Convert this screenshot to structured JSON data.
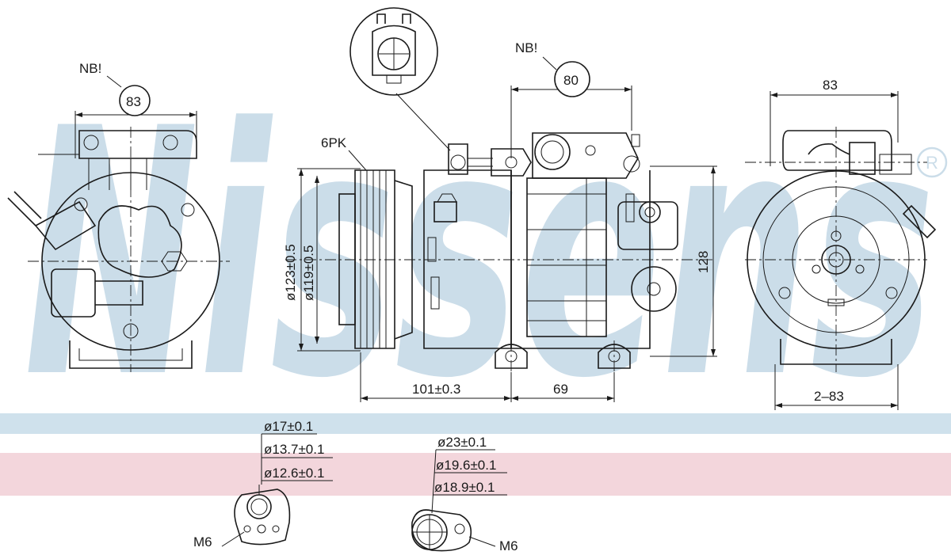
{
  "watermark": {
    "brand": "Nissens",
    "registered": "®",
    "color": "#cbdde9"
  },
  "bands": {
    "blue": "#cfe1ec",
    "pink": "#f3d6dc"
  },
  "notes": {
    "nb_left": "NB!",
    "nb_mid": "NB!"
  },
  "dimensions": {
    "left_width": "83",
    "mid_width": "80",
    "right_width": "83",
    "belt": "6PK",
    "pulley_outer": "ø123±0.5",
    "pulley_inner": "ø119±0.5",
    "height": "128",
    "offset_a": "101±0.3",
    "offset_b": "69",
    "mount_bolt_spacing": "2–83"
  },
  "port_left": {
    "d1": "ø17±0.1",
    "d2": "ø13.7±0.1",
    "d3": "ø12.6±0.1",
    "thread": "M6"
  },
  "port_right": {
    "d1": "ø23±0.1",
    "d2": "ø19.6±0.1",
    "d3": "ø18.9±0.1",
    "thread": "M6"
  }
}
